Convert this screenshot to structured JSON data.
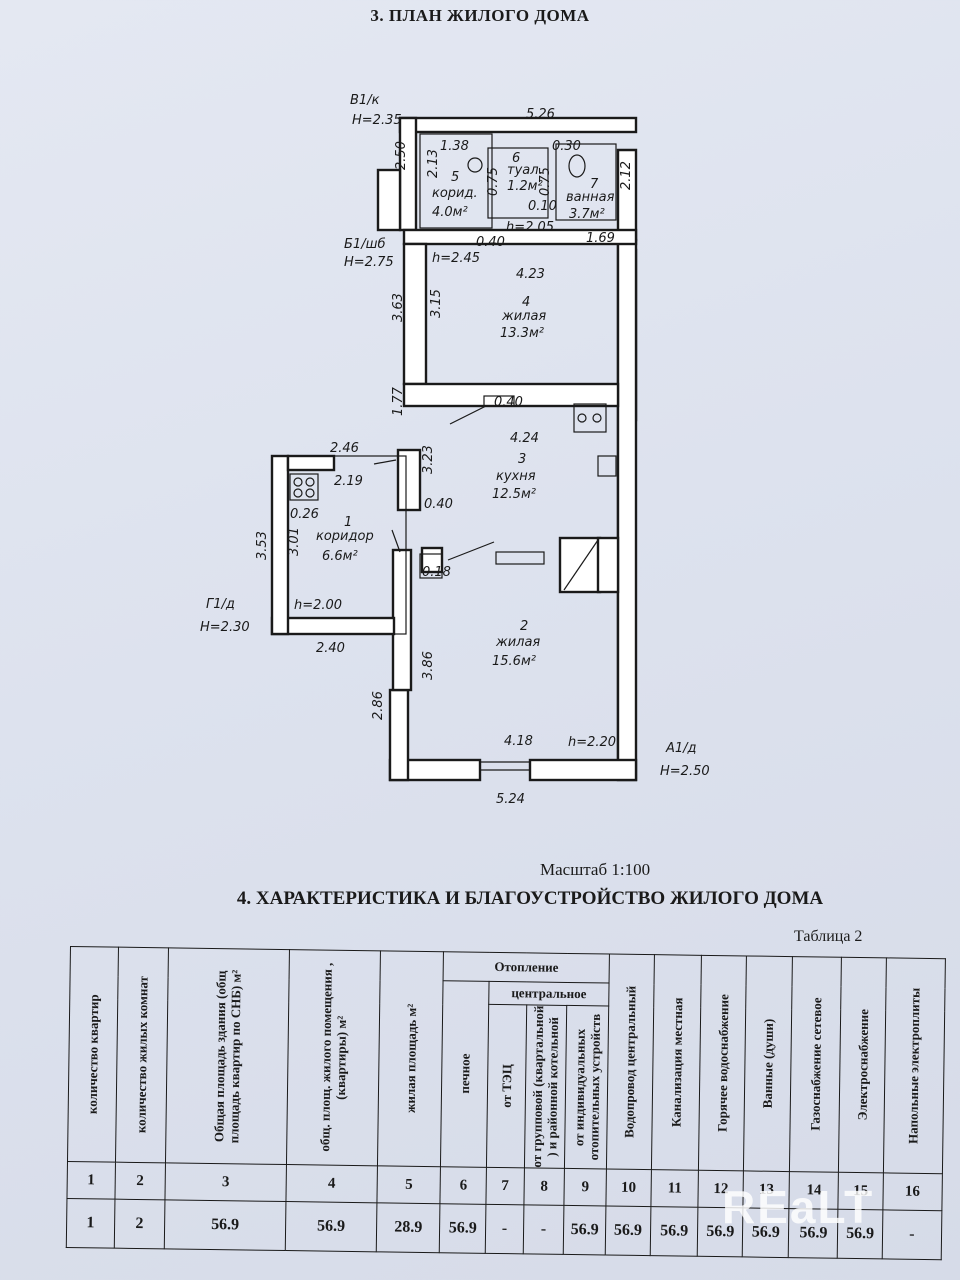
{
  "page": {
    "title": "3. ПЛАН   ЖИЛОГО ДОМА",
    "scale": "Масштаб 1:100",
    "section_title": "4. ХАРАКТЕРИСТИКА И БЛАГОУСТРОЙСТВО ЖИЛОГО ДОМА",
    "table_caption": "Таблица 2",
    "watermark": "REaLT"
  },
  "plan": {
    "corners": {
      "v1": {
        "label": "В1/к",
        "height": "Н=2.35"
      },
      "b1": {
        "label": "Б1/шб",
        "height": "Н=2.75"
      },
      "g1": {
        "label": "Г1/д",
        "height": "Н=2.30"
      },
      "a1": {
        "label": "А1/д",
        "height": "Н=2.50"
      }
    },
    "rooms": [
      {
        "num": "5",
        "name": "корид.",
        "area": "4.0м²"
      },
      {
        "num": "6",
        "name": "туал.",
        "area": "1.2м²"
      },
      {
        "num": "7",
        "name": "ванная",
        "area": "3.7м²"
      },
      {
        "num": "4",
        "name": "жилая",
        "area": "13.3м²"
      },
      {
        "num": "3",
        "name": "кухня",
        "area": "12.5м²"
      },
      {
        "num": "1",
        "name": "коридор",
        "area": "6.6м²"
      },
      {
        "num": "2",
        "name": "жилая",
        "area": "15.6м²"
      }
    ],
    "dims": {
      "top": "5.26",
      "d_2_50": "2.50",
      "d_2_13": "2.13",
      "d_1_38": "1.38",
      "d_0_30": "0.30",
      "d_2_12": "2.12",
      "d_0_75a": "0.75",
      "d_0_75b": "0.75",
      "d_0_10": "0.10",
      "h_2_05": "h=2.05",
      "d_0_40a": "0.40",
      "d_1_69": "1.69",
      "h_2_45": "h=2.45",
      "d_4_23": "4.23",
      "d_3_63": "3.63",
      "d_3_15": "3.15",
      "d_1_77": "1.77",
      "d_0_40b": "0.40",
      "d_4_24": "4.24",
      "d_2_46": "2.46",
      "d_3_23": "3.23",
      "d_2_19": "2.19",
      "d_0_40c": "0.40",
      "d_0_26": "0.26",
      "d_3_53": "3.53",
      "d_3_01": "3.01",
      "d_0_18": "0.18",
      "h_2_00": "h=2.00",
      "d_2_40": "2.40",
      "d_3_86": "3.86",
      "d_2_86": "2.86",
      "d_4_18": "4.18",
      "h_2_20": "h=2.20",
      "bottom": "5.24"
    }
  },
  "table": {
    "heating_group": "Отопление",
    "central_group": "центральное",
    "headers": [
      "количество квартир",
      "количество жилых комнат",
      "Общая площадь здания (общ площадь квартир по СНБ) м²",
      "общ. площ. жилого помещения , (квартиры) м²",
      "жилая площадь м²",
      "печное",
      "от ТЭЦ",
      "от групповой (квартальной ) и районной котельной",
      "от индивидуальных отопительных устройств",
      "Водопровод центральный",
      "Канализация местная",
      "Горячее водоснабжение",
      "Ванные (души)",
      "Газоснабжение сетевое",
      "Электроснабжение",
      "Напольные электроплиты"
    ],
    "numbers": [
      "1",
      "2",
      "3",
      "4",
      "5",
      "6",
      "7",
      "8",
      "9",
      "10",
      "11",
      "12",
      "13",
      "14",
      "15",
      "16"
    ],
    "values": [
      "1",
      "2",
      "56.9",
      "56.9",
      "28.9",
      "56.9",
      "-",
      "-",
      "56.9",
      "56.9",
      "56.9",
      "56.9",
      "56.9",
      "56.9",
      "56.9",
      "-"
    ]
  }
}
